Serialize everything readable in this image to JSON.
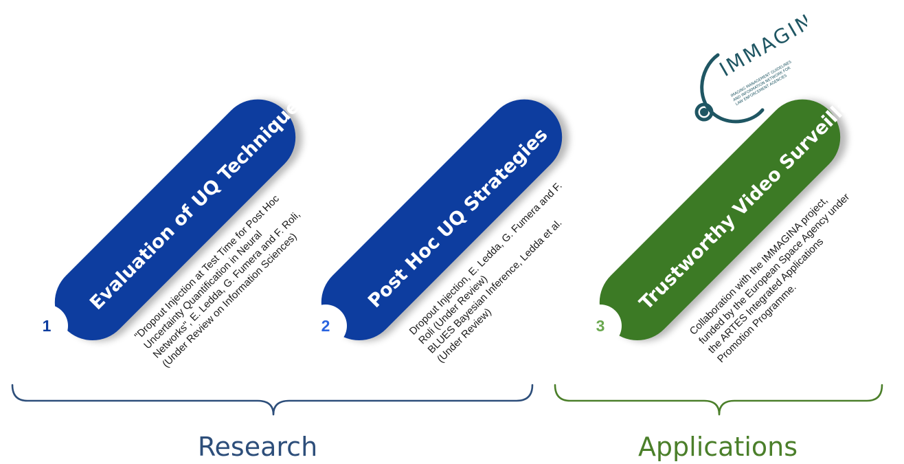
{
  "colors": {
    "research_blue": "#0d3d9f",
    "research_blue_dark": "#0a2f7e",
    "applications_green": "#3c7a25",
    "research_brace": "#2d4e7a",
    "applications_brace": "#4b7f2a",
    "logo_teal": "#1f5663"
  },
  "items": [
    {
      "number": "1",
      "title": "Evaluation of UQ Techniques",
      "description": [
        "\"Dropout Injection at Test Time for Post Hoc",
        "Uncertainty Quantification in Neural",
        "Networks\", E. Ledda, G. Fumera and F. Roli,",
        "(Under Review on Information Sciences)"
      ]
    },
    {
      "number": "2",
      "title": "Post Hoc UQ Strategies",
      "description": [
        "Dropout Injection, E. Ledda, G. Fumera and F.",
        "Roli (Under Review)",
        "BLUES Bayesian Inference, Ledda et al.",
        "(Under Review)"
      ]
    },
    {
      "number": "3",
      "title": "Trustworthy Video Surveillance",
      "description": [
        "Collaboration with the IMMAGINA project,",
        "funded by the European Space Agency under",
        "the ARTES Integrated Applications",
        "Promotion Programme."
      ]
    }
  ],
  "groups": {
    "research": "Research",
    "applications": "Applications"
  },
  "logo": {
    "name": "IMMAGINA",
    "tagline_1": "IMAGING MANAGEMENT GUIDELINES",
    "tagline_2": "AND INFORMATION NETWORK FOR",
    "tagline_3": "LAW ENFORCEMENT AGENCIES"
  }
}
